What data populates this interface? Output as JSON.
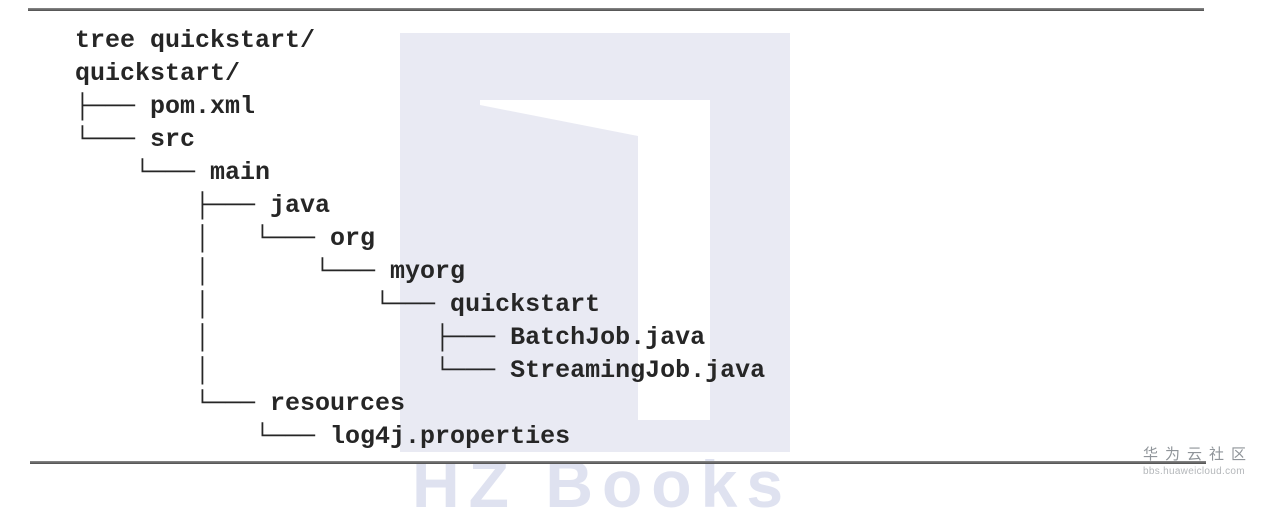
{
  "terminal": {
    "lines": [
      "tree quickstart/",
      "quickstart/",
      "├─── pom.xml",
      "└─── src",
      "    └─── main",
      "        ├─── java",
      "        │   └─── org",
      "        │       └─── myorg",
      "        │           └─── quickstart",
      "        │               ├─── BatchJob.java",
      "        │               └─── StreamingJob.java",
      "        └─── resources",
      "            └─── log4j.properties"
    ]
  },
  "watermark": {
    "publisher_text": "HZ Books",
    "community_name": "华为云社区",
    "community_url": "bbs.huaweicloud.com",
    "rect_color": "#e9eaf3",
    "letters_color": "#dfe2f0"
  },
  "colors": {
    "text": "#262626",
    "rule": "#5f5f5f",
    "background": "#ffffff"
  }
}
